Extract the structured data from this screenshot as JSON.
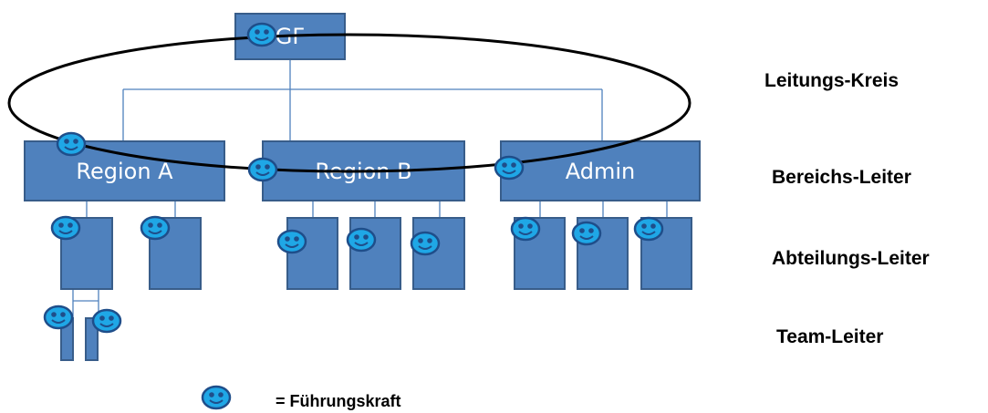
{
  "boxes": {
    "gf": "GF",
    "region_a": "Region A",
    "region_b": "Region B",
    "admin": "Admin"
  },
  "levels": {
    "leitungs_kreis": "Leitungs-Kreis",
    "bereichs_leiter": "Bereichs-Leiter",
    "abteilungs_leiter": "Abteilungs-Leiter",
    "team_leiter": "Team-Leiter"
  },
  "legend": {
    "label": "= Führungskraft",
    "icon": "smiley-icon"
  },
  "colors": {
    "box_fill": "#4f81bd",
    "box_border": "#385d8a",
    "connector": "#4f81bd",
    "smiley_fill": "#1fa7e6",
    "smiley_border": "#1f4e8a"
  }
}
